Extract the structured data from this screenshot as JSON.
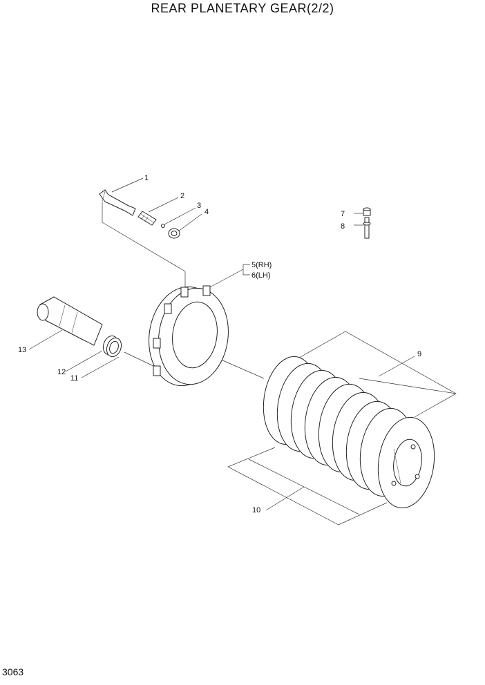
{
  "title": "REAR PLANETARY GEAR(2/2)",
  "page_number": "3063",
  "labels": {
    "l1": "1",
    "l2": "2",
    "l3": "3",
    "l4": "4",
    "l5": "5(RH)",
    "l6": "6(LH)",
    "l7": "7",
    "l8": "8",
    "l9": "9",
    "l10": "10",
    "l11": "11",
    "l12": "12",
    "l13": "13"
  }
}
